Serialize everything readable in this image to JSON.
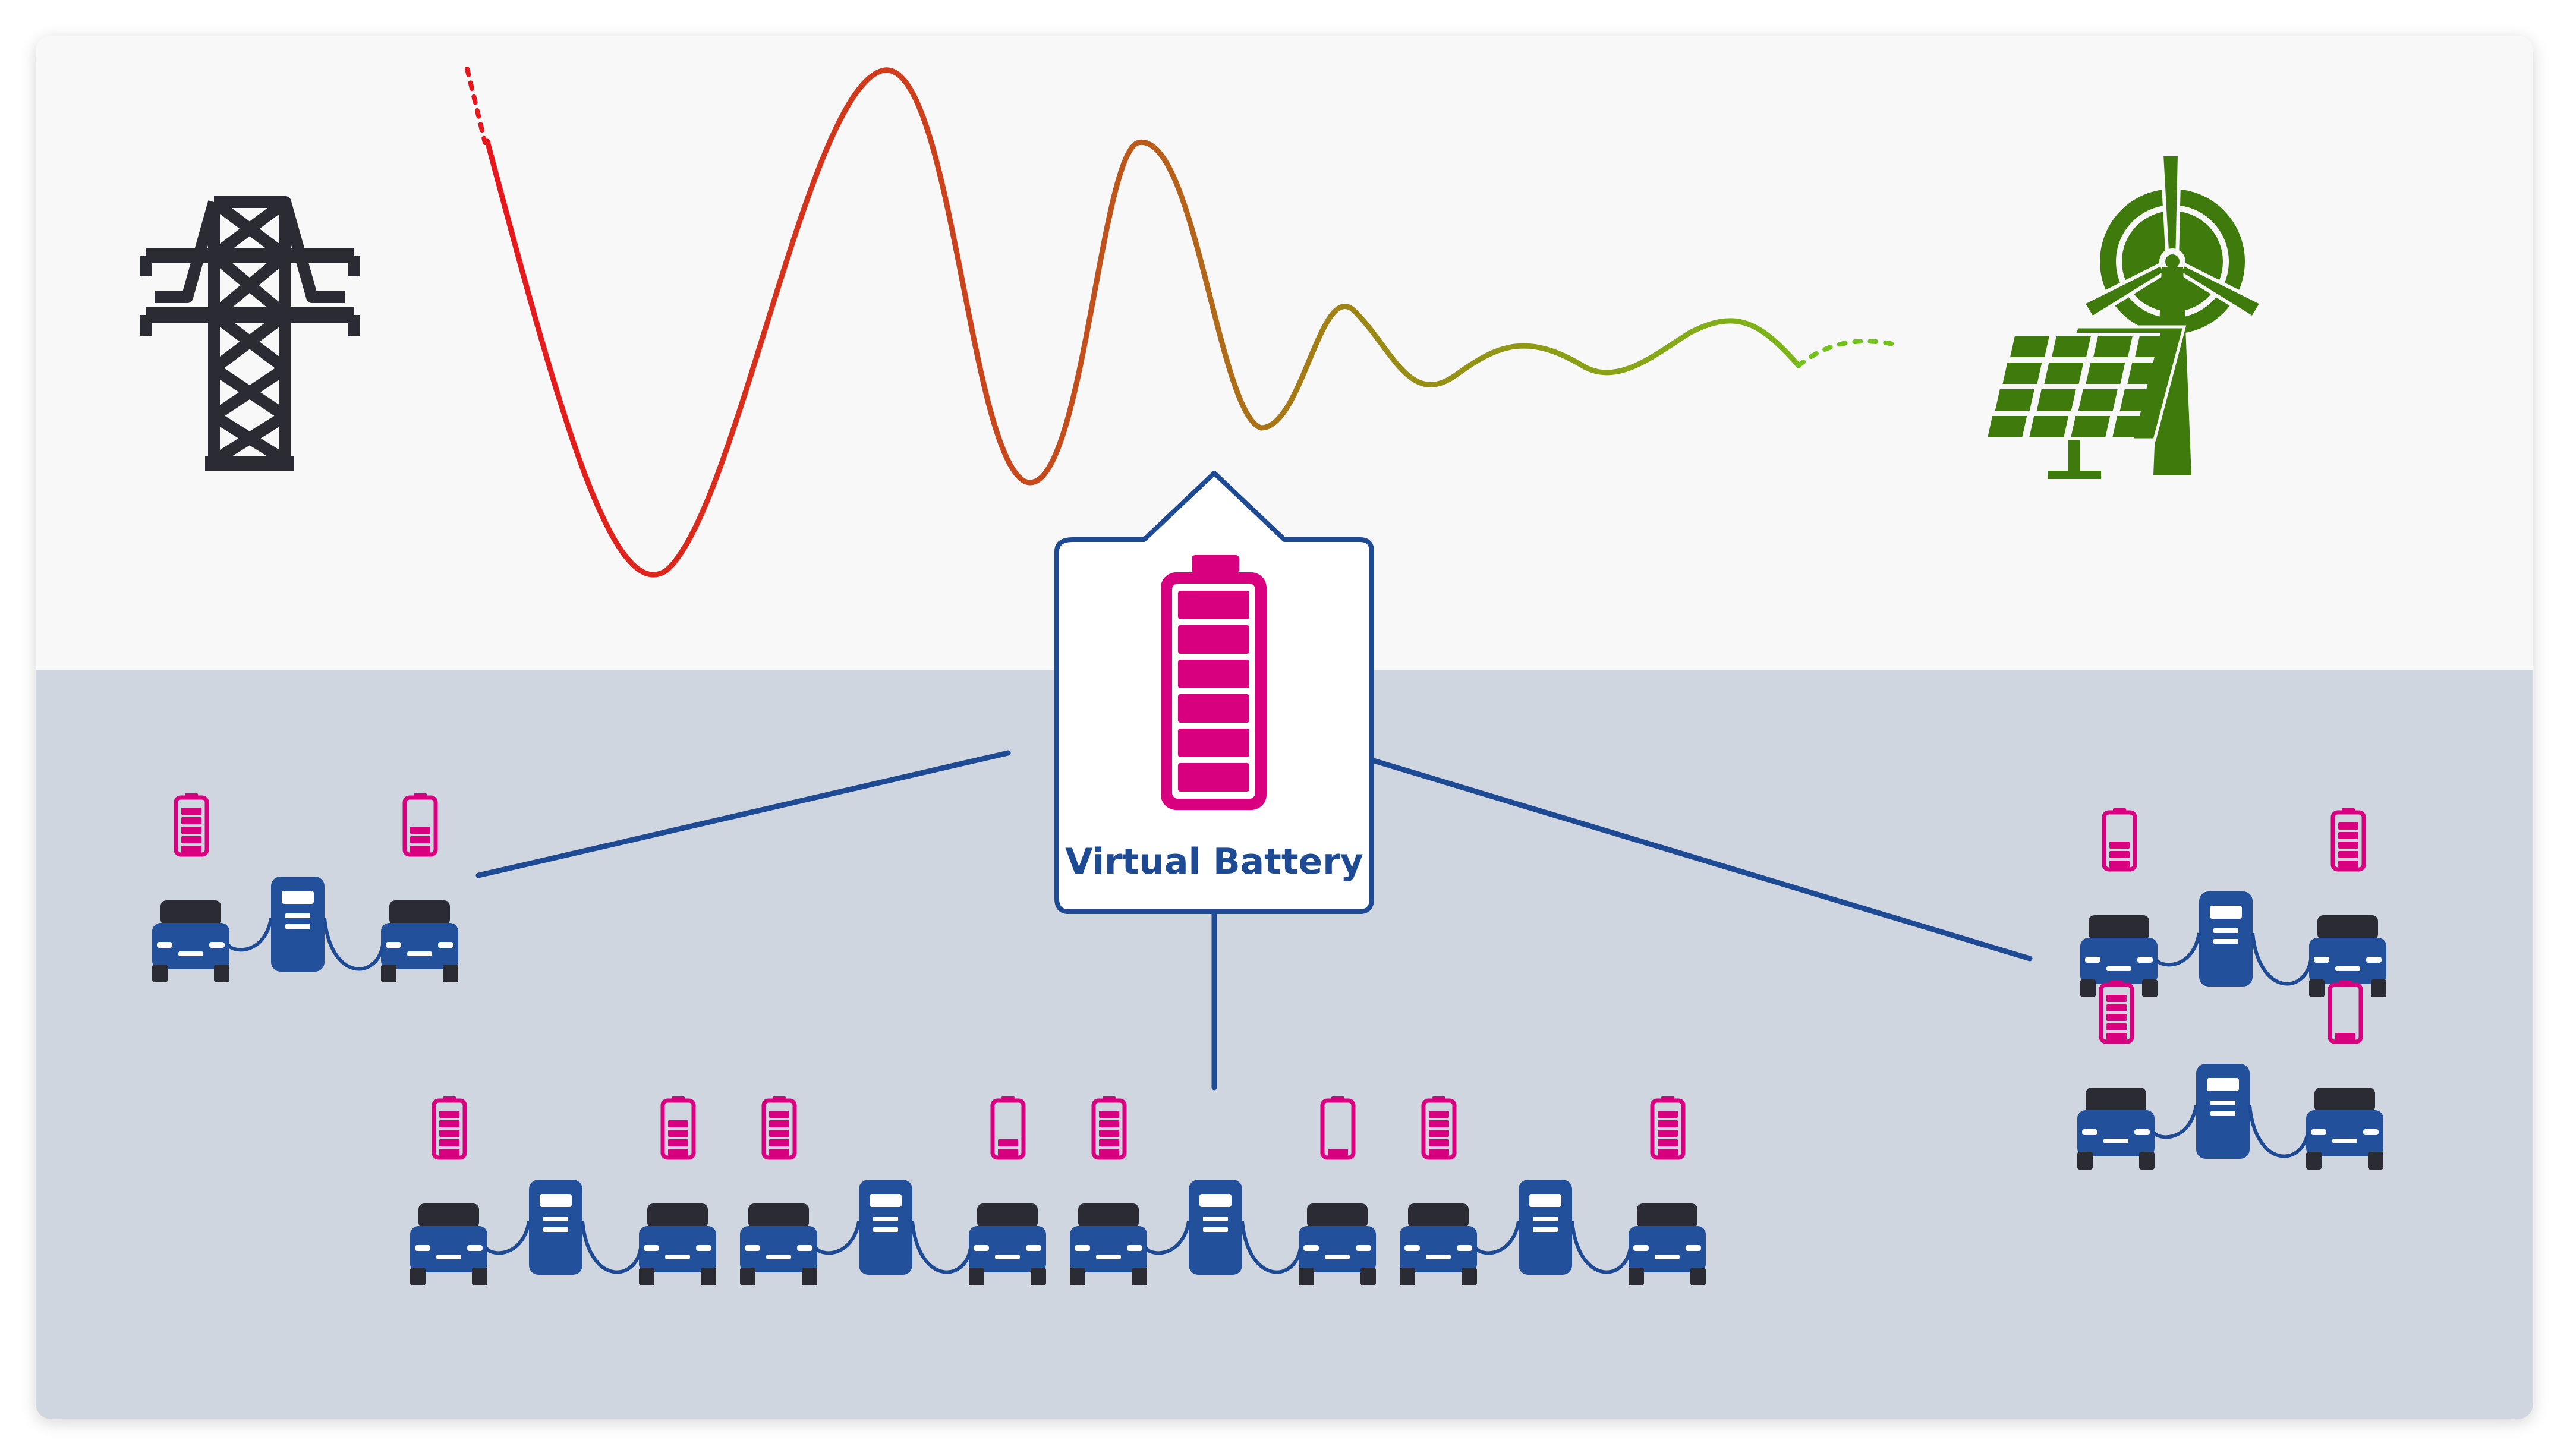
{
  "virtual_battery": {
    "label": "Virtual Battery",
    "icon": "battery-full-icon",
    "color": "#d8007f",
    "border_color": "#1e4a94"
  },
  "grid_signal": {
    "description_icons": [
      "power-pylon-icon",
      "solar-wind-icon"
    ],
    "colors": [
      "#e8151c",
      "#c24f1c",
      "#9a8a14",
      "#72c21b"
    ]
  },
  "colors": {
    "upper_background": "#f8f8f8",
    "lower_background": "#cfd6e0",
    "pylon": "#2a2b33",
    "renewables": "#3f7a0c",
    "car_body": "#22509a",
    "car_roof": "#2a2b33",
    "connector_line": "#1e4a94",
    "battery_pink": "#d8007f"
  },
  "clusters": {
    "left": {
      "cars": [
        "car",
        "charger",
        "car"
      ],
      "battery_levels": [
        5,
        3
      ]
    },
    "bottom": {
      "cars": [
        "car",
        "charger",
        "car",
        "car",
        "charger",
        "car",
        "car",
        "charger",
        "car",
        "car",
        "charger",
        "car"
      ],
      "battery_levels": [
        5,
        4,
        5,
        2,
        5,
        1,
        5,
        5
      ]
    },
    "right_top": {
      "cars": [
        "car",
        "charger",
        "car"
      ],
      "battery_levels": [
        3,
        5
      ]
    },
    "right_bottom": {
      "cars": [
        "car",
        "charger",
        "car"
      ],
      "battery_levels": [
        5,
        1
      ]
    }
  }
}
